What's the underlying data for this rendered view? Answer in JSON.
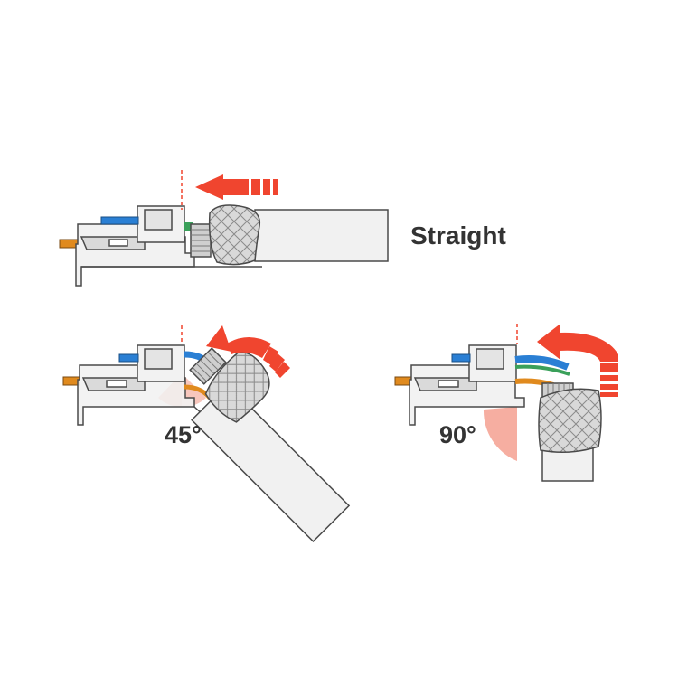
{
  "labels": {
    "straight": "Straight",
    "angle_45": "45°",
    "angle_90": "90°"
  },
  "colors": {
    "arrow": "#f0452f",
    "angle_fill": "#f4a090",
    "cable_body": "#f1f1f1",
    "outline": "#4a4a4a",
    "housing": "#dadada",
    "wire_blue": "#2a7fd4",
    "wire_green": "#3aa05a",
    "wire_orange": "#e08a1e",
    "label_text": "#333333"
  },
  "icons": {
    "arrow": "red-arrow-icon",
    "connector": "rj45-connector-icon"
  }
}
